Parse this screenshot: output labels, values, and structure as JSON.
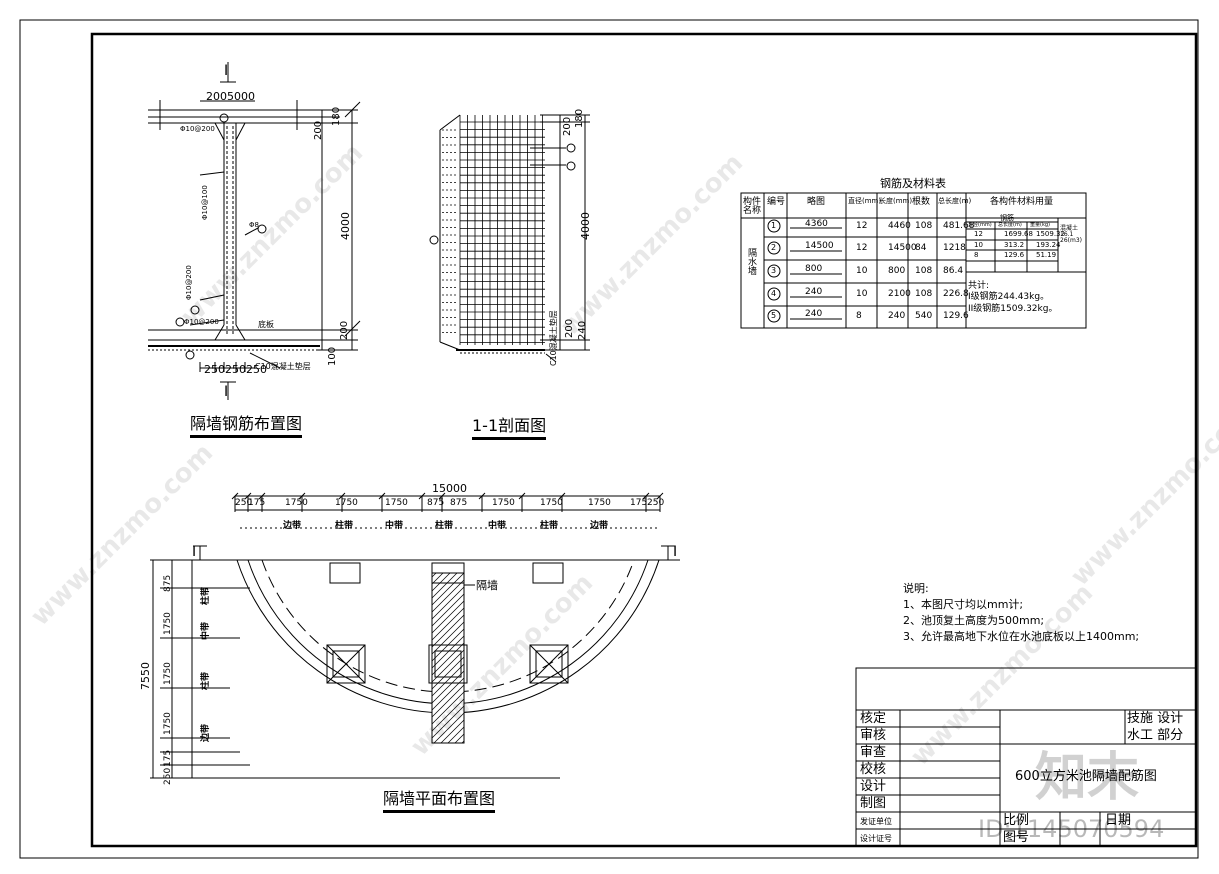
{
  "titles": {
    "wall_rebar": "隔墙钢筋布置图",
    "section": "1-1剖面图",
    "plan": "隔墙平面布置图"
  },
  "section_marks": {
    "mark": "I"
  },
  "elevation_labels": {
    "top_dim": "2005000",
    "bot_dim": "250250250",
    "h_top": "200",
    "h_top2": "180",
    "h_main": "4000",
    "h_bot": "200",
    "h_bot2": "100",
    "rebar1": "Φ10@200",
    "rebar2": "Φ10@100",
    "rebar3": "Φ10@200",
    "rebar4": "Φ10@200",
    "base": "底板",
    "cushion": "C10混凝土垫层",
    "phi8": "Φ8"
  },
  "section_labels": {
    "h_top": "200",
    "h_top2": "180",
    "h_main": "4000",
    "h_bot": "200",
    "h_bot2": "240",
    "cushion": "C10混凝土垫层"
  },
  "table": {
    "title": "钢筋及材料表",
    "headers": [
      "构件名称",
      "编号",
      "略图",
      "直径(mm)",
      "长度(mm)",
      "根数",
      "总长度(m)",
      "各构件材料用量"
    ],
    "member": "隔水墙",
    "rows": [
      {
        "no": "1",
        "sketch": "4360",
        "dia": "12",
        "len": "4460",
        "count": "108",
        "total": "481.68"
      },
      {
        "no": "2",
        "sketch": "14500",
        "dia": "12",
        "len": "14500",
        "count": "84",
        "total": "1218"
      },
      {
        "no": "3",
        "sketch": "800",
        "dia": "10",
        "len": "800",
        "count": "108",
        "total": "86.4"
      },
      {
        "no": "4",
        "sketch": "240",
        "dia": "10",
        "len": "2100",
        "count": "108",
        "total": "226.8"
      },
      {
        "no": "5",
        "sketch": "240",
        "dia": "8",
        "len": "240",
        "count": "540",
        "total": "129.6"
      }
    ],
    "material_head": "钢筋",
    "material_sub": [
      "直径(mm)",
      "总长度(m)",
      "重量(kg)"
    ],
    "material_rows": [
      [
        "12",
        "1699.68",
        "1509.32"
      ],
      [
        "10",
        "313.2",
        "193.24"
      ],
      [
        "8",
        "129.6",
        "51.19"
      ]
    ],
    "concrete": "混凝土16.1 26(m3)",
    "total_label": "共计:",
    "total_1": "I级钢筋244.43kg。",
    "total_2": "II级钢筋1509.32kg。"
  },
  "plan_labels": {
    "total_width": "15000",
    "dims": [
      "250",
      "175",
      "1750",
      "1750",
      "1750",
      "875",
      "875",
      "1750",
      "1750",
      "1750",
      "175",
      "250"
    ],
    "bands": [
      "边带",
      "柱带",
      "中带",
      "柱带",
      "中带",
      "柱带",
      "边带"
    ],
    "left_dims": [
      "875",
      "1750",
      "1750",
      "1750",
      "175",
      "250"
    ],
    "left_bands": [
      "柱带",
      "中带",
      "柱带",
      "边带"
    ],
    "total_height": "7550",
    "wall": "隔墙"
  },
  "notes": {
    "title": "说明:",
    "items": [
      "1、本图尺寸均以mm计;",
      "2、池顶复土高度为500mm;",
      "3、允许最高地下水位在水池底板以上1400mm;"
    ]
  },
  "title_block": {
    "rows": [
      "核定",
      "审核",
      "审查",
      "校核",
      "设计",
      "制图"
    ],
    "issue_unit": "发证单位",
    "cert": "设计证号",
    "stage1": "技施 设计",
    "stage2": "水工 部分",
    "drawing_name": "600立方米池隔墙配筋图",
    "scale": "比例",
    "date": "日期",
    "drawing_no": "图号"
  },
  "watermark": {
    "text": "www.znzmo.com",
    "logo": "知末",
    "id": "ID:1145070594"
  }
}
